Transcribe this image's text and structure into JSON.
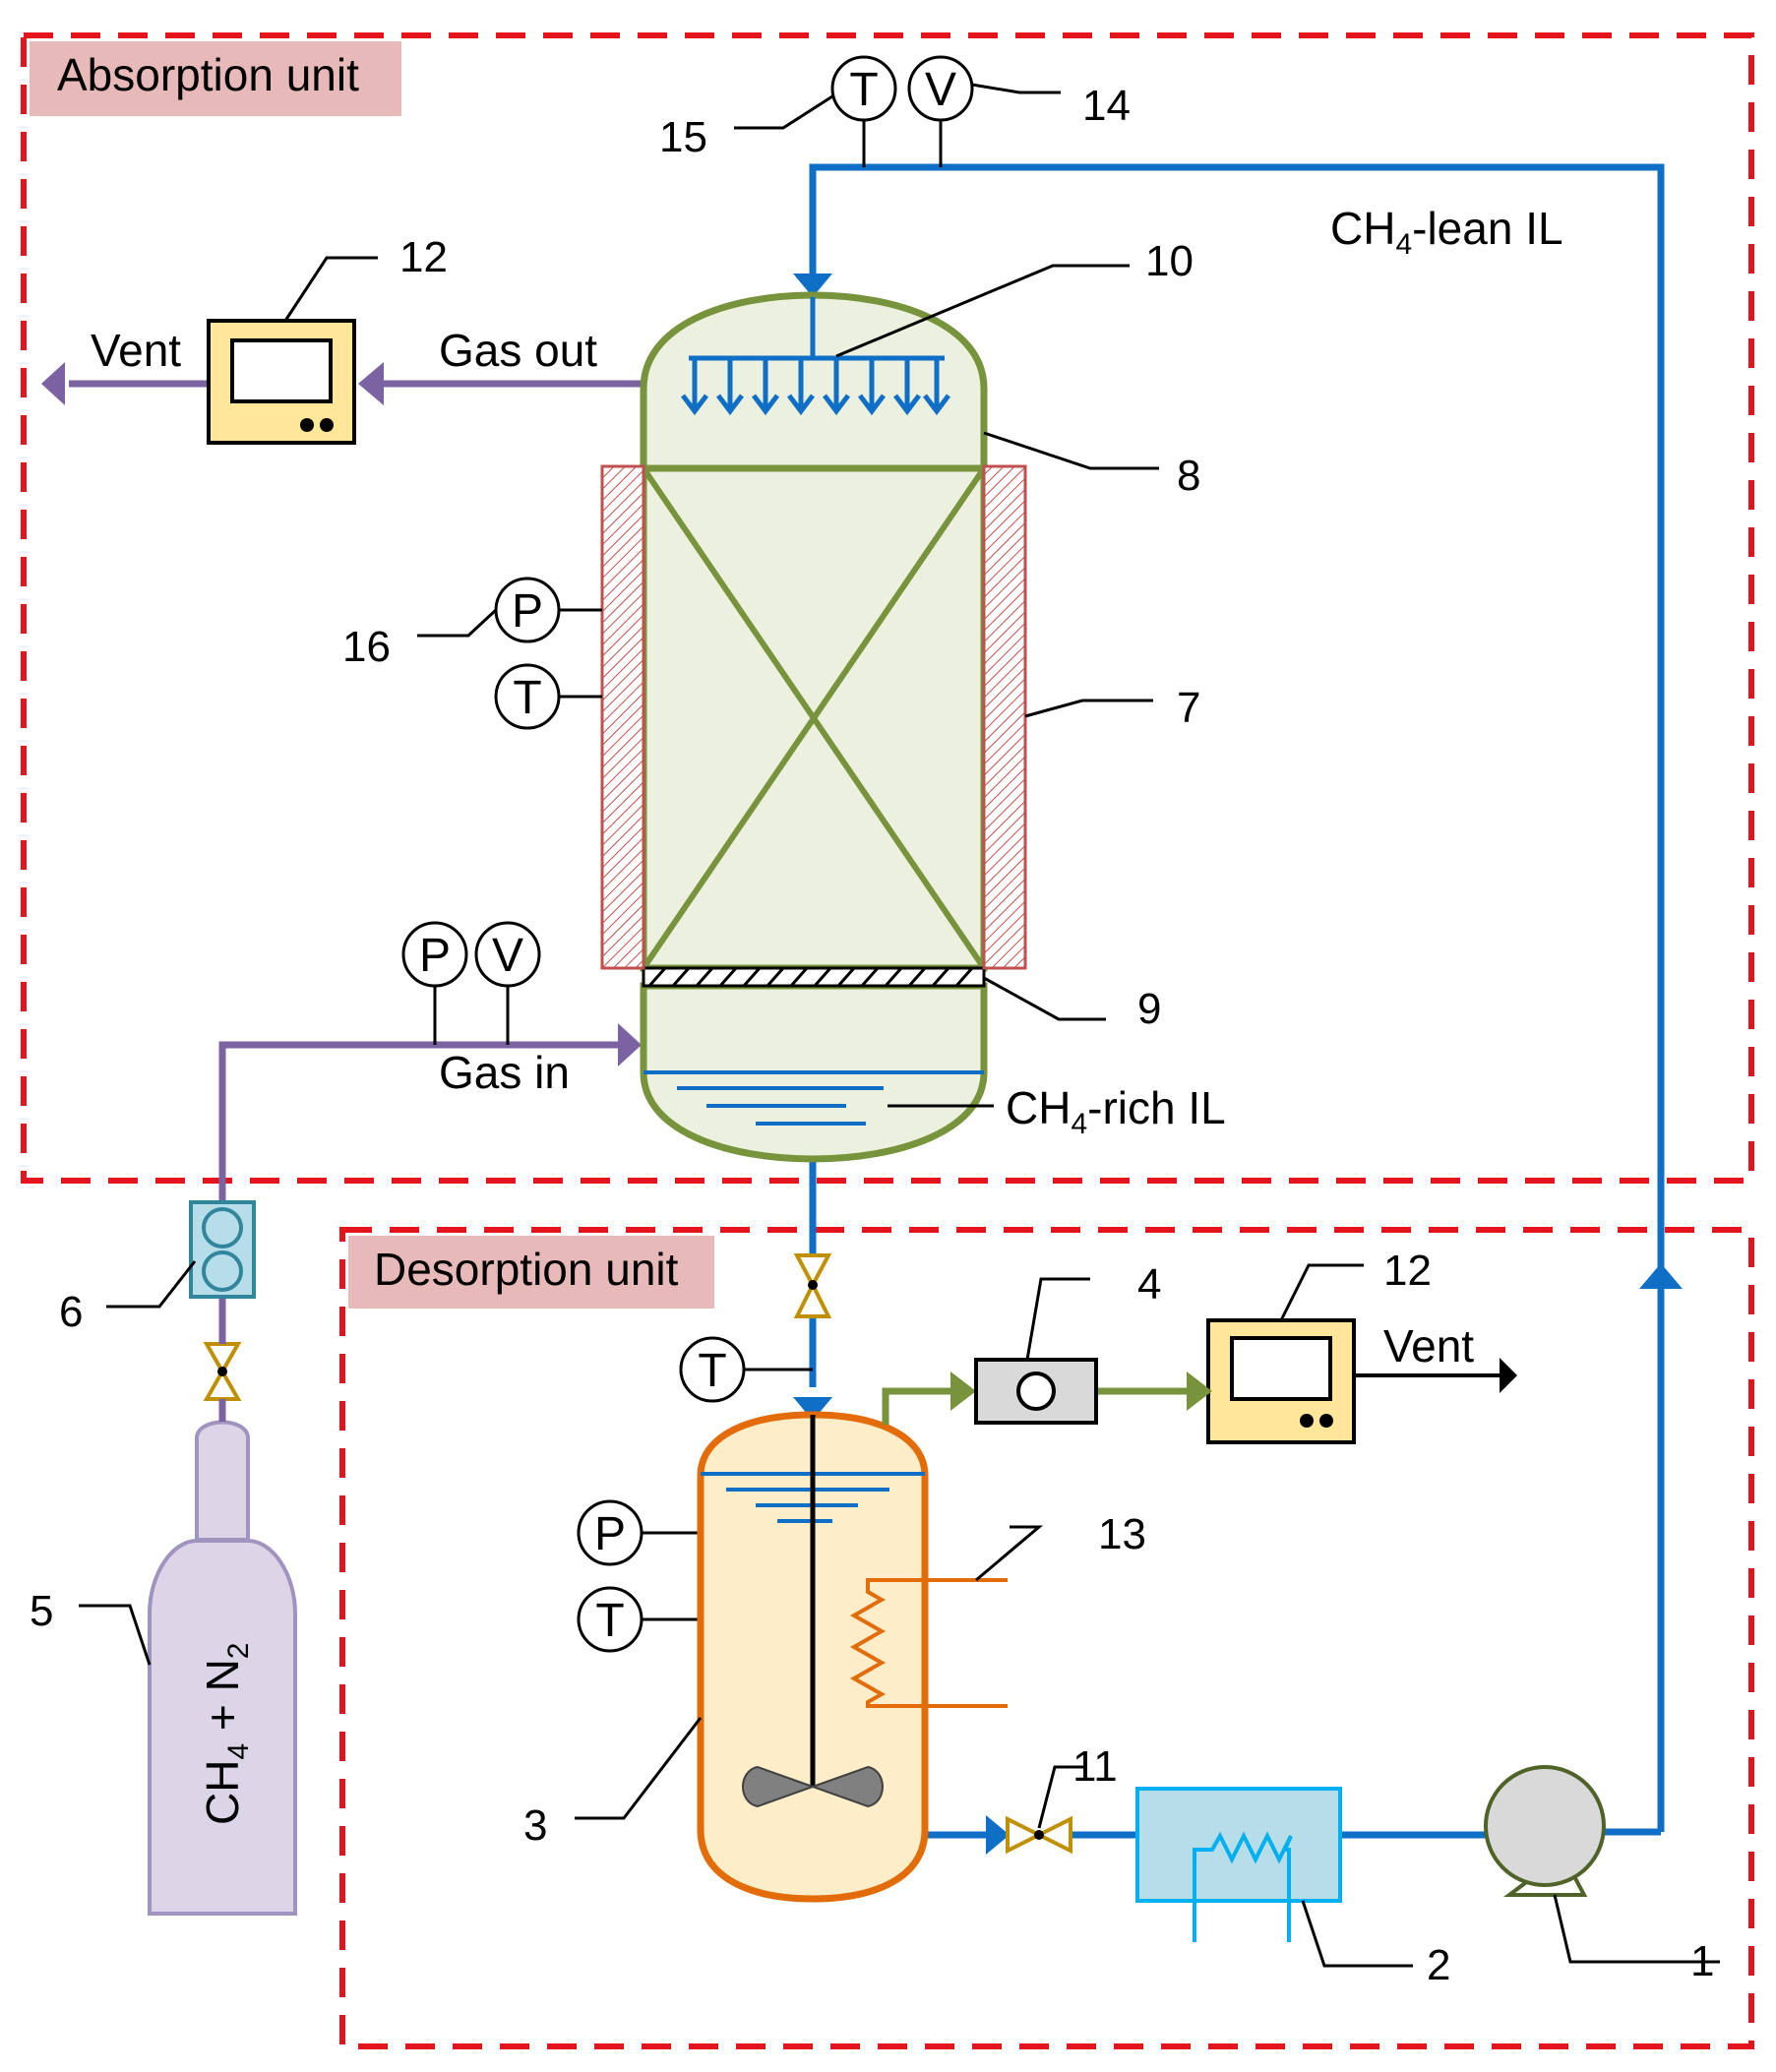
{
  "units": {
    "absorption": "Absorption unit",
    "desorption": "Desorption unit"
  },
  "streams": {
    "vent_top": "Vent",
    "gas_out": "Gas out",
    "gas_in": "Gas in",
    "vent_bottom": "Vent",
    "lean_il": {
      "pre": "CH",
      "sub": "4",
      "post": "-lean IL"
    },
    "rich_il": {
      "pre": "CH",
      "sub": "4",
      "post": "-rich IL"
    },
    "cylinder_gas": {
      "a": "CH",
      "a_sub": "4",
      "mid": " + N",
      "b_sub": "2"
    }
  },
  "instruments": {
    "temperature": "T",
    "volume": "V",
    "pressure": "P"
  },
  "numbers": {
    "n1": "1",
    "n2": "2",
    "n3": "3",
    "n4": "4",
    "n5": "5",
    "n6": "6",
    "n7": "7",
    "n8": "8",
    "n9": "9",
    "n10": "10",
    "n11": "11",
    "n12_top": "12",
    "n12_bottom": "12",
    "n13": "13",
    "n14": "14",
    "n15": "15",
    "n16": "16"
  },
  "colors": {
    "unit_border": "#e3141b",
    "unit_label_bg": "#e7b9b9",
    "liquid_line": "#0f6fc6",
    "gas_line": "#7b62a3",
    "desorber_gas": "#77933c",
    "column": "#77933c",
    "column_fill": "#ebf1de",
    "jacket": "#c0504d",
    "desorber": "#e36c09",
    "desorber_fill": "#fdeec9",
    "analyzer_fill": "#ffe699",
    "cylinder_fill": "#dcd5e7",
    "cylinder_stroke": "#a193bf",
    "flowmeter_fill": "#b7dee8",
    "flowmeter_stroke": "#31859c",
    "valve": "#c09000",
    "heat_exchanger_fill": "#b7dee8",
    "heat_exchanger_stroke": "#00b0f0",
    "pump_fill": "#d9d9d9",
    "pump_stroke": "#4f6228"
  },
  "icons": {
    "pump": "centrifugal-pump-icon",
    "valve": "ball-valve-icon",
    "analyzer": "gas-analyzer-icon",
    "cylinder": "gas-cylinder-icon",
    "flowmeter": "mass-flow-controller-icon"
  }
}
